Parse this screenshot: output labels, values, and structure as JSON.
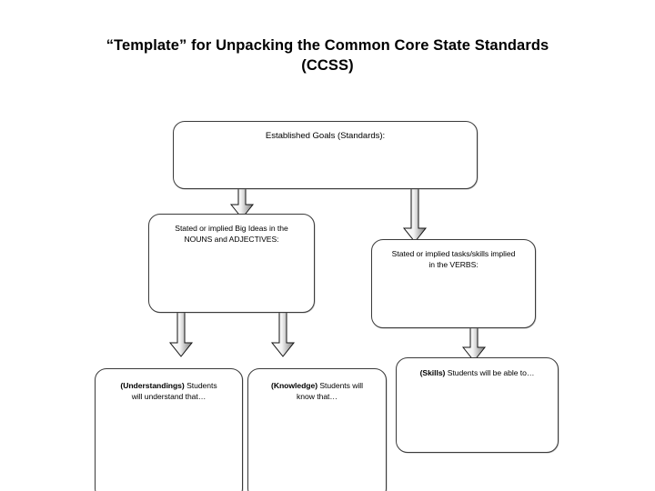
{
  "slide": {
    "title": "“Template” for Unpacking the Common Core State Standards (CCSS)",
    "title_line1": "“Template” for Unpacking the Common Core State Standards",
    "title_line2": "(CCSS)",
    "background_color": "#ffffff",
    "text_color": "#000000",
    "box_border_color": "#3a3a3a"
  },
  "nodes": {
    "established_goals": {
      "label": "Established Goals (Standards):"
    },
    "nouns_adjectives": {
      "line1": "Stated or implied Big Ideas in the",
      "line2": "NOUNS and ADJECTIVES:"
    },
    "verbs": {
      "line1": "Stated or implied tasks/skills implied",
      "line2": "in the VERBS:"
    },
    "understandings": {
      "bold_prefix": "(Understandings)",
      "rest_line1": " Students",
      "line2": "will understand that…"
    },
    "knowledge": {
      "bold_prefix": "(Knowledge)",
      "rest_line1": " Students will",
      "line2": "know that…"
    },
    "skills": {
      "bold_prefix": "(Skills)",
      "rest_line1": " Students will be able to…"
    }
  },
  "arrows": {
    "goals_to_nouns": "down-arrow",
    "goals_to_verbs": "down-arrow",
    "nouns_to_understandings": "down-arrow",
    "nouns_to_knowledge": "down-arrow",
    "verbs_to_skills": "down-arrow",
    "fill_light": "#ffffff",
    "fill_dark": "#8a8a8a",
    "outline": "#1a1a1a"
  }
}
